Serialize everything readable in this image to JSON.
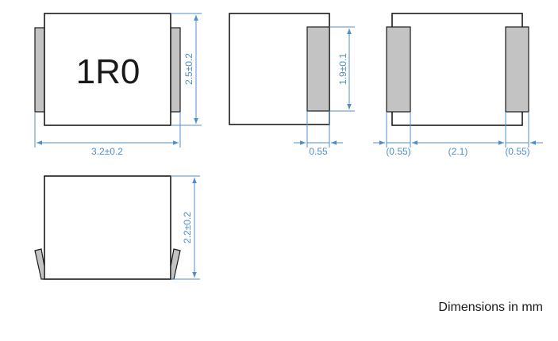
{
  "top_view": {
    "marking": "1R0",
    "height_dim": "2.5±0.2",
    "width_dim": "3.2±0.2"
  },
  "side_view": {
    "terminal_height_dim": "1.9±0.1",
    "terminal_width_dim": "0.55"
  },
  "bottom_view": {
    "left_pad_dim": "(0.55)",
    "gap_dim": "(2.1)",
    "right_pad_dim": "(0.55)"
  },
  "front_view": {
    "thickness_dim": "2.2±0.2"
  },
  "units_note": "Dimensions in mm",
  "colors": {
    "dimension_lines": "#4f8fc9",
    "terminals": "#c3c3c3",
    "outline": "#1a1a1a"
  }
}
